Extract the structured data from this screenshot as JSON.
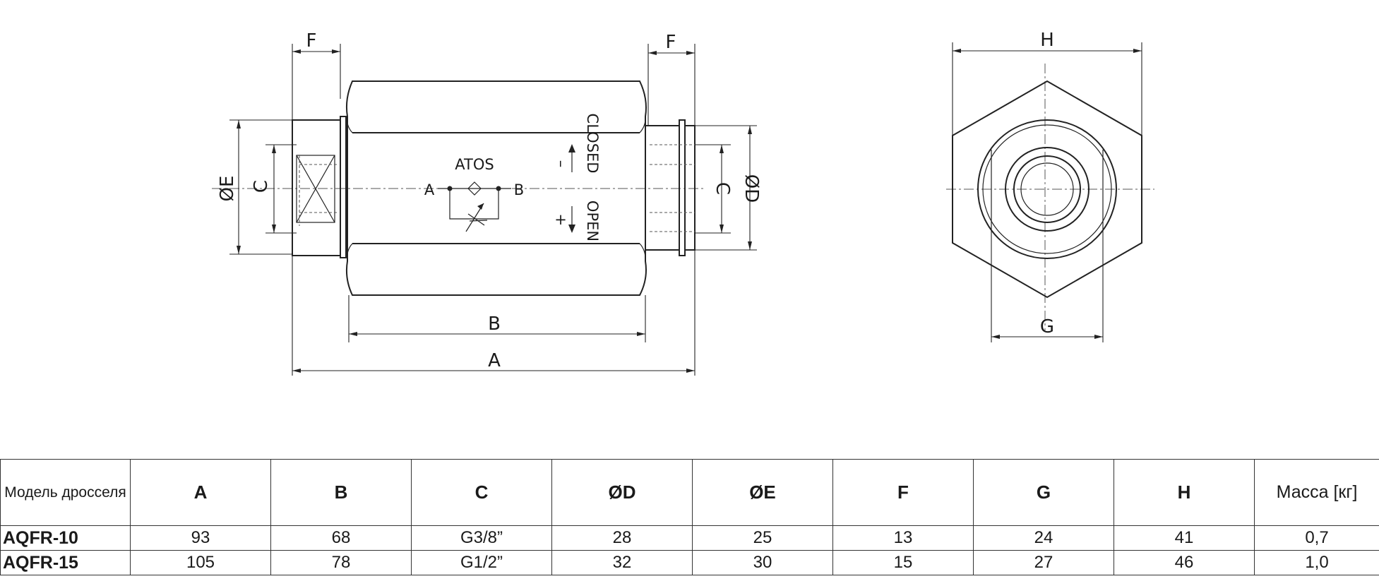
{
  "drawing": {
    "side_view": {
      "dimension_labels": [
        "F",
        "F",
        "ØE",
        "C",
        "C",
        "ØD",
        "B",
        "A"
      ],
      "symbol": {
        "brand": "ATOS",
        "port_a": "A",
        "port_b": "B",
        "closed_label": "CLOSED",
        "open_label": "OPEN",
        "minus_sign": "–",
        "plus_sign": "+"
      }
    },
    "end_view": {
      "dimension_labels": [
        "H",
        "G"
      ]
    }
  },
  "table": {
    "headers": [
      "Модель дросселя",
      "A",
      "B",
      "C",
      "ØD",
      "ØE",
      "F",
      "G",
      "H",
      "Масса  [кг]"
    ],
    "rows": [
      [
        "AQFR-10",
        "93",
        "68",
        "G3/8”",
        "28",
        "25",
        "13",
        "24",
        "41",
        "0,7"
      ],
      [
        "AQFR-15",
        "105",
        "78",
        "G1/2”",
        "32",
        "30",
        "15",
        "27",
        "46",
        "1,0"
      ]
    ]
  }
}
